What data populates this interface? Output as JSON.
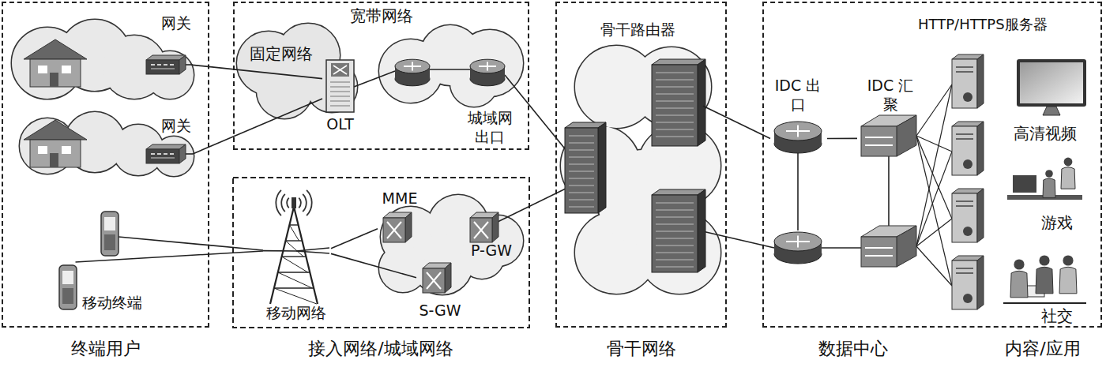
{
  "diagram": {
    "nodes": [
      {
        "text": [
          "终端用户"
        ]
      },
      {
        "text": [
          "网关"
        ],
        "in": 0
      },
      {
        "text": [
          "网关"
        ],
        "in": 0
      },
      {
        "text": [
          "移动终端"
        ],
        "in": 0
      },
      {
        "text": [
          "宽带网络"
        ]
      },
      {
        "text": [
          "固定网络"
        ],
        "in": 4
      },
      {
        "text": [
          "OLT"
        ],
        "in": 4
      },
      {
        "text": [
          "城域网 出口"
        ],
        "in": 4
      },
      {
        "text": [
          "移动网络"
        ]
      },
      {
        "text": [
          "MME"
        ]
      },
      {
        "text": [
          "S-GW"
        ]
      },
      {
        "text": [
          "P-GW"
        ]
      },
      {
        "text": [
          "骨干网络"
        ]
      },
      {
        "text": [
          "骨干路由器"
        ],
        "in": 12
      },
      {
        "text": [
          "数据中心"
        ]
      },
      {
        "text": [
          "IDC 出口"
        ],
        "in": 14
      },
      {
        "text": [
          "IDC 汇聚"
        ],
        "in": 14
      }
    ],
    "edges": [
      {
        "from": 1,
        "to": 6,
        "arrow": "none"
      },
      {
        "from": 2,
        "to": 6,
        "arrow": "none"
      },
      {
        "from": 3,
        "to": 8,
        "arrow": "none"
      },
      {
        "from": 8,
        "to": 9,
        "arrow": "none"
      },
      {
        "from": 8,
        "to": 10,
        "arrow": "none"
      },
      {
        "from": 13,
        "to": 15,
        "arrow": "none"
      },
      {
        "from": 15,
        "to": 16,
        "arrow": "none"
      }
    ],
    "labels": [
      "HTTP/HTTPS服务器",
      "高清视频",
      "游戏",
      "社交",
      "接入网络/城域网络",
      "内容/应用"
    ]
  }
}
